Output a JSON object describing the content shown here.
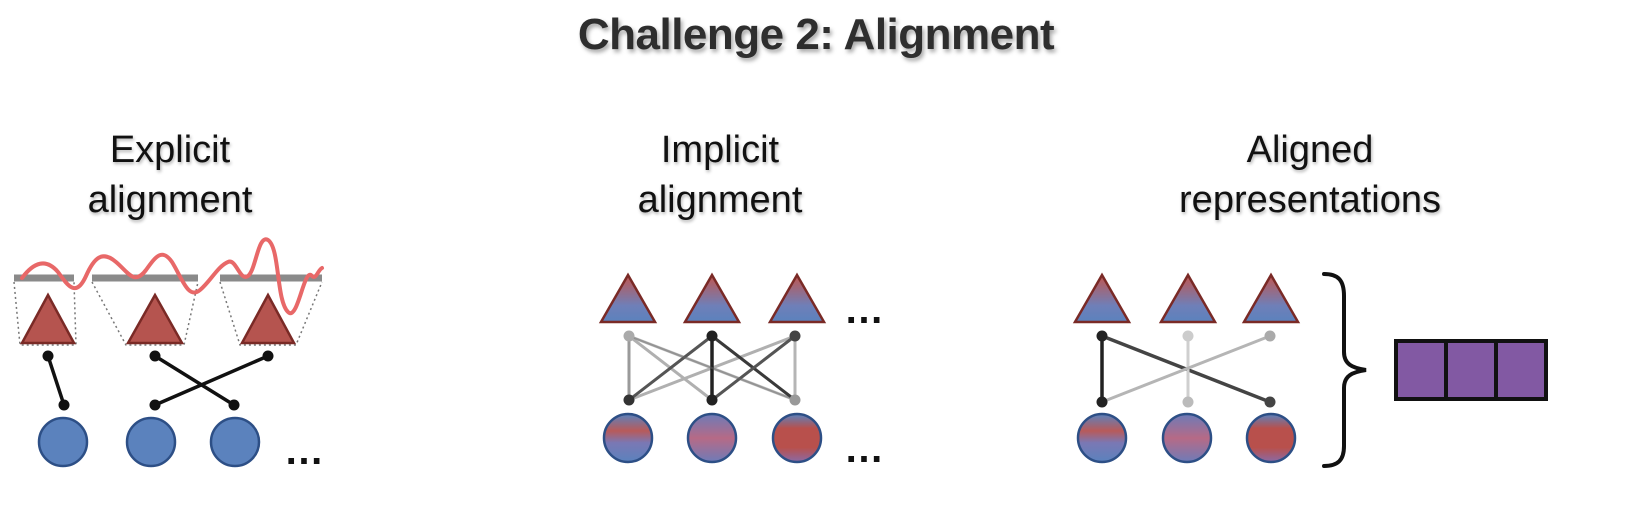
{
  "title": "Challenge 2: Alignment",
  "panels": [
    {
      "line1": "Explicit",
      "line2": "alignment"
    },
    {
      "line1": "Implicit",
      "line2": "alignment"
    },
    {
      "line1": "Aligned",
      "line2": "representations"
    }
  ],
  "ellipsis": "…",
  "colors": {
    "blue": "#5b82bd",
    "red": "#b5544f",
    "signal": "#e86868",
    "purple": "#8259a3",
    "line_dark": "#2b2b2b",
    "line_light": "#b5b5b5"
  }
}
